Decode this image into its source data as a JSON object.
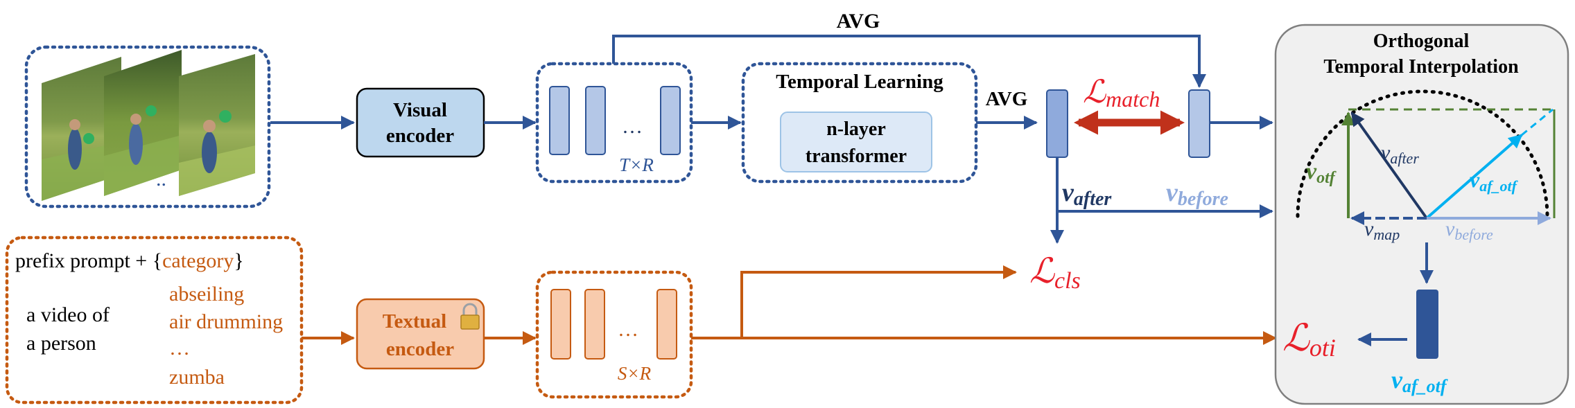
{
  "top_label": "AVG",
  "visual": {
    "encoder_line1": "Visual",
    "encoder_line2": "encoder",
    "frames_ellipsis": "..",
    "tokens_ellipsis": "…",
    "tokens_dim": "T×R"
  },
  "temporal": {
    "title": "Temporal Learning",
    "transformer_line1": "n-layer",
    "transformer_line2": "transformer",
    "avg_label": "AVG"
  },
  "match": {
    "loss_main": "ℒ",
    "loss_sub": "match"
  },
  "vectors": {
    "after_main": "v",
    "after_sub": "after",
    "before_main": "v",
    "before_sub": "before"
  },
  "cls_loss": {
    "main": "ℒ",
    "sub": "cls"
  },
  "text": {
    "prefix": "prefix prompt + {",
    "category": "category",
    "prefix_close": "}",
    "prompt_line1": "a video of",
    "prompt_line2": "a person",
    "categories": [
      "abseiling",
      "air drumming",
      "…",
      "zumba"
    ],
    "encoder_line1": "Textual",
    "encoder_line2": "encoder",
    "tokens_ellipsis": "…",
    "tokens_dim": "S×R"
  },
  "oti_panel": {
    "title_line1": "Orthogonal",
    "title_line2": "Temporal Interpolation",
    "v_after_main": "v",
    "v_after_sub": "after",
    "v_otf_main": "v",
    "v_otf_sub": "otf",
    "v_af_otf_main": "v",
    "v_af_otf_sub": "af_otf",
    "v_map_main": "v",
    "v_map_sub": "map",
    "v_before_main": "v",
    "v_before_sub": "before",
    "out_main": "v",
    "out_sub": "af_otf",
    "loss_main": "ℒ",
    "loss_sub": "oti"
  },
  "colors": {
    "blue_dark": "#2f5597",
    "blue_fill": "#b4c7e7",
    "blue_encoder": "#bdd7ee",
    "orange": "#c55a11",
    "orange_fill": "#f8cbad",
    "red_loss": "#e8202a",
    "green": "#548235",
    "cyan": "#00b0f0",
    "navy": "#203864"
  }
}
